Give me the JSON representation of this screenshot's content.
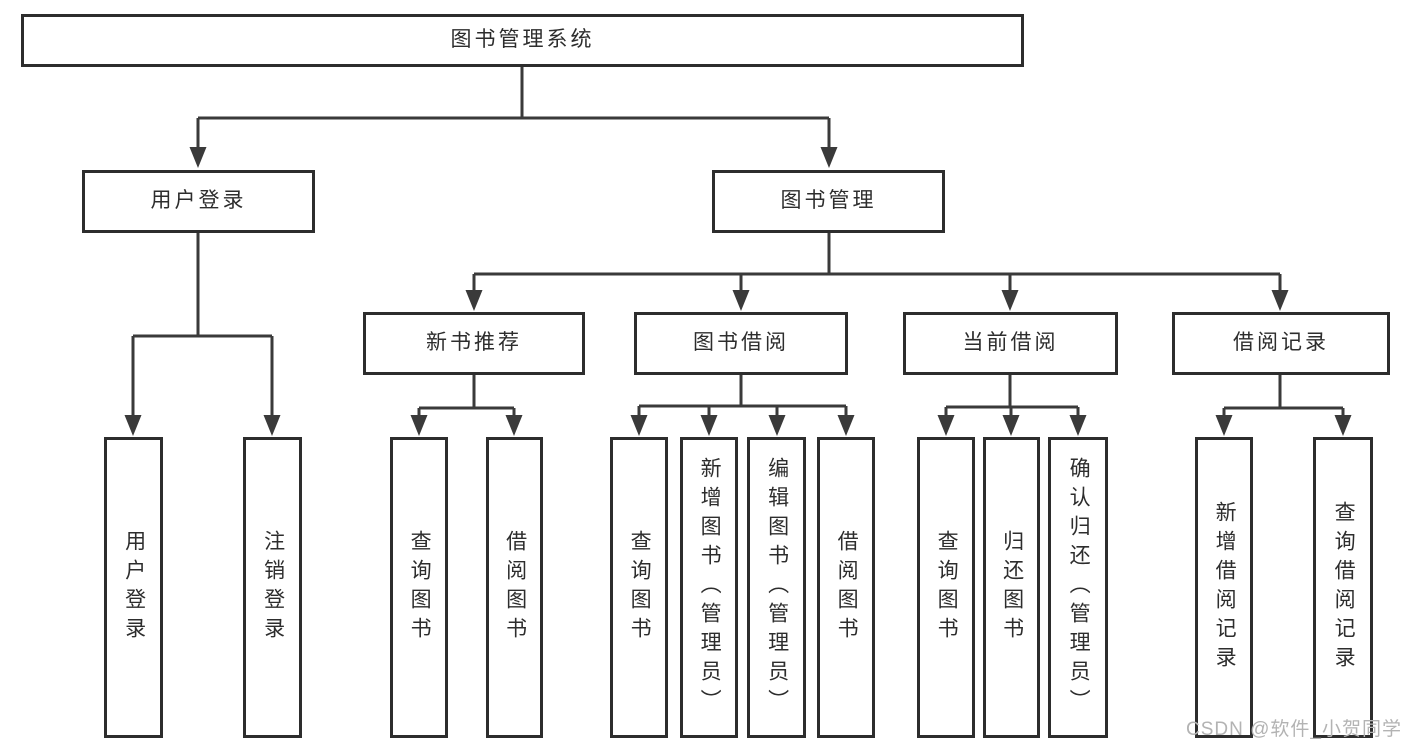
{
  "diagram": {
    "root": {
      "label": "图书管理系统"
    },
    "branches": [
      {
        "label": "用户登录",
        "children": [
          {
            "label": "用户登录"
          },
          {
            "label": "注销登录"
          }
        ]
      },
      {
        "label": "图书管理",
        "children": [
          {
            "label": "新书推荐",
            "children": [
              {
                "label": "查询图书"
              },
              {
                "label": "借阅图书"
              }
            ]
          },
          {
            "label": "图书借阅",
            "children": [
              {
                "label": "查询图书"
              },
              {
                "label": "新增图书（管理员）"
              },
              {
                "label": "编辑图书（管理员）"
              },
              {
                "label": "借阅图书"
              }
            ]
          },
          {
            "label": "当前借阅",
            "children": [
              {
                "label": "查询图书"
              },
              {
                "label": "归还图书"
              },
              {
                "label": "确认归还（管理员）"
              }
            ]
          },
          {
            "label": "借阅记录",
            "children": [
              {
                "label": "新增借阅记录"
              },
              {
                "label": "查询借阅记录"
              }
            ]
          }
        ]
      }
    ],
    "watermark": "CSDN @软件_小贺同学",
    "colors": {
      "line": "#3a3a3a",
      "box_border": "#2d2d2d",
      "text": "#2d2d2d",
      "watermark": "#b3b3b3",
      "background": "#ffffff"
    }
  }
}
